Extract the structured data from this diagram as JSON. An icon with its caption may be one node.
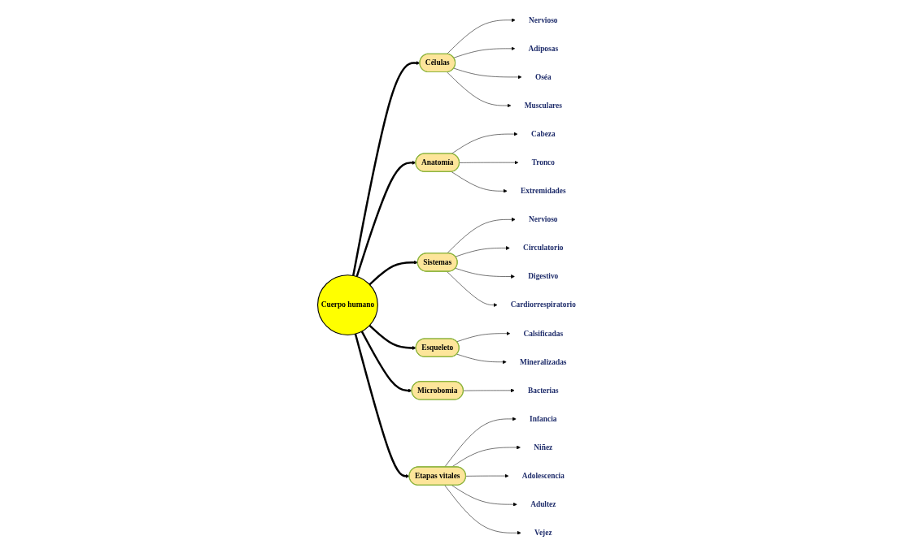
{
  "diagram": {
    "nodes": [
      {
        "text": [
          "Cuerpo humano"
        ]
      },
      {
        "text": [
          "Células"
        ]
      },
      {
        "text": [
          "Nervioso"
        ]
      },
      {
        "text": [
          "Adiposas"
        ]
      },
      {
        "text": [
          "Oséa"
        ]
      },
      {
        "text": [
          "Musculares"
        ]
      },
      {
        "text": [
          "Anatomía"
        ]
      },
      {
        "text": [
          "Cabeza"
        ]
      },
      {
        "text": [
          "Tronco"
        ]
      },
      {
        "text": [
          "Extremidades"
        ]
      },
      {
        "text": [
          "Sistemas"
        ]
      },
      {
        "text": [
          "Nervioso"
        ]
      },
      {
        "text": [
          "Circulatorio"
        ]
      },
      {
        "text": [
          "Digestivo"
        ]
      },
      {
        "text": [
          "Cardiorrespiratorio"
        ]
      },
      {
        "text": [
          "Esqueleto"
        ]
      },
      {
        "text": [
          "Calsificadas"
        ]
      },
      {
        "text": [
          "Mineralizadas"
        ]
      },
      {
        "text": [
          "Microbomia"
        ]
      },
      {
        "text": [
          "Bacterias"
        ]
      },
      {
        "text": [
          "Etapas vitales"
        ]
      },
      {
        "text": [
          "Infancia"
        ]
      },
      {
        "text": [
          "Niñez"
        ]
      },
      {
        "text": [
          "Adolescencia"
        ]
      },
      {
        "text": [
          "Adultez"
        ]
      },
      {
        "text": [
          "Vejez"
        ]
      }
    ],
    "edges": [
      {
        "from": 0,
        "to": 1,
        "arrow": "to",
        "style": "thick"
      },
      {
        "from": 0,
        "to": 6,
        "arrow": "to",
        "style": "thick"
      },
      {
        "from": 0,
        "to": 10,
        "arrow": "to",
        "style": "thick"
      },
      {
        "from": 0,
        "to": 15,
        "arrow": "to",
        "style": "thick"
      },
      {
        "from": 0,
        "to": 18,
        "arrow": "to",
        "style": "thick"
      },
      {
        "from": 0,
        "to": 20,
        "arrow": "to",
        "style": "thick"
      },
      {
        "from": 1,
        "to": 2,
        "arrow": "to"
      },
      {
        "from": 1,
        "to": 3,
        "arrow": "to"
      },
      {
        "from": 1,
        "to": 4,
        "arrow": "to"
      },
      {
        "from": 1,
        "to": 5,
        "arrow": "to"
      },
      {
        "from": 6,
        "to": 7,
        "arrow": "to"
      },
      {
        "from": 6,
        "to": 8,
        "arrow": "to"
      },
      {
        "from": 6,
        "to": 9,
        "arrow": "to"
      },
      {
        "from": 10,
        "to": 11,
        "arrow": "to"
      },
      {
        "from": 10,
        "to": 12,
        "arrow": "to"
      },
      {
        "from": 10,
        "to": 13,
        "arrow": "to"
      },
      {
        "from": 10,
        "to": 14,
        "arrow": "to"
      },
      {
        "from": 15,
        "to": 16,
        "arrow": "to"
      },
      {
        "from": 15,
        "to": 17,
        "arrow": "to"
      },
      {
        "from": 18,
        "to": 19,
        "arrow": "to"
      },
      {
        "from": 20,
        "to": 21,
        "arrow": "to"
      },
      {
        "from": 20,
        "to": 22,
        "arrow": "to"
      },
      {
        "from": 20,
        "to": 23,
        "arrow": "to"
      },
      {
        "from": 20,
        "to": 24,
        "arrow": "to"
      },
      {
        "from": 20,
        "to": 25,
        "arrow": "to"
      }
    ]
  }
}
